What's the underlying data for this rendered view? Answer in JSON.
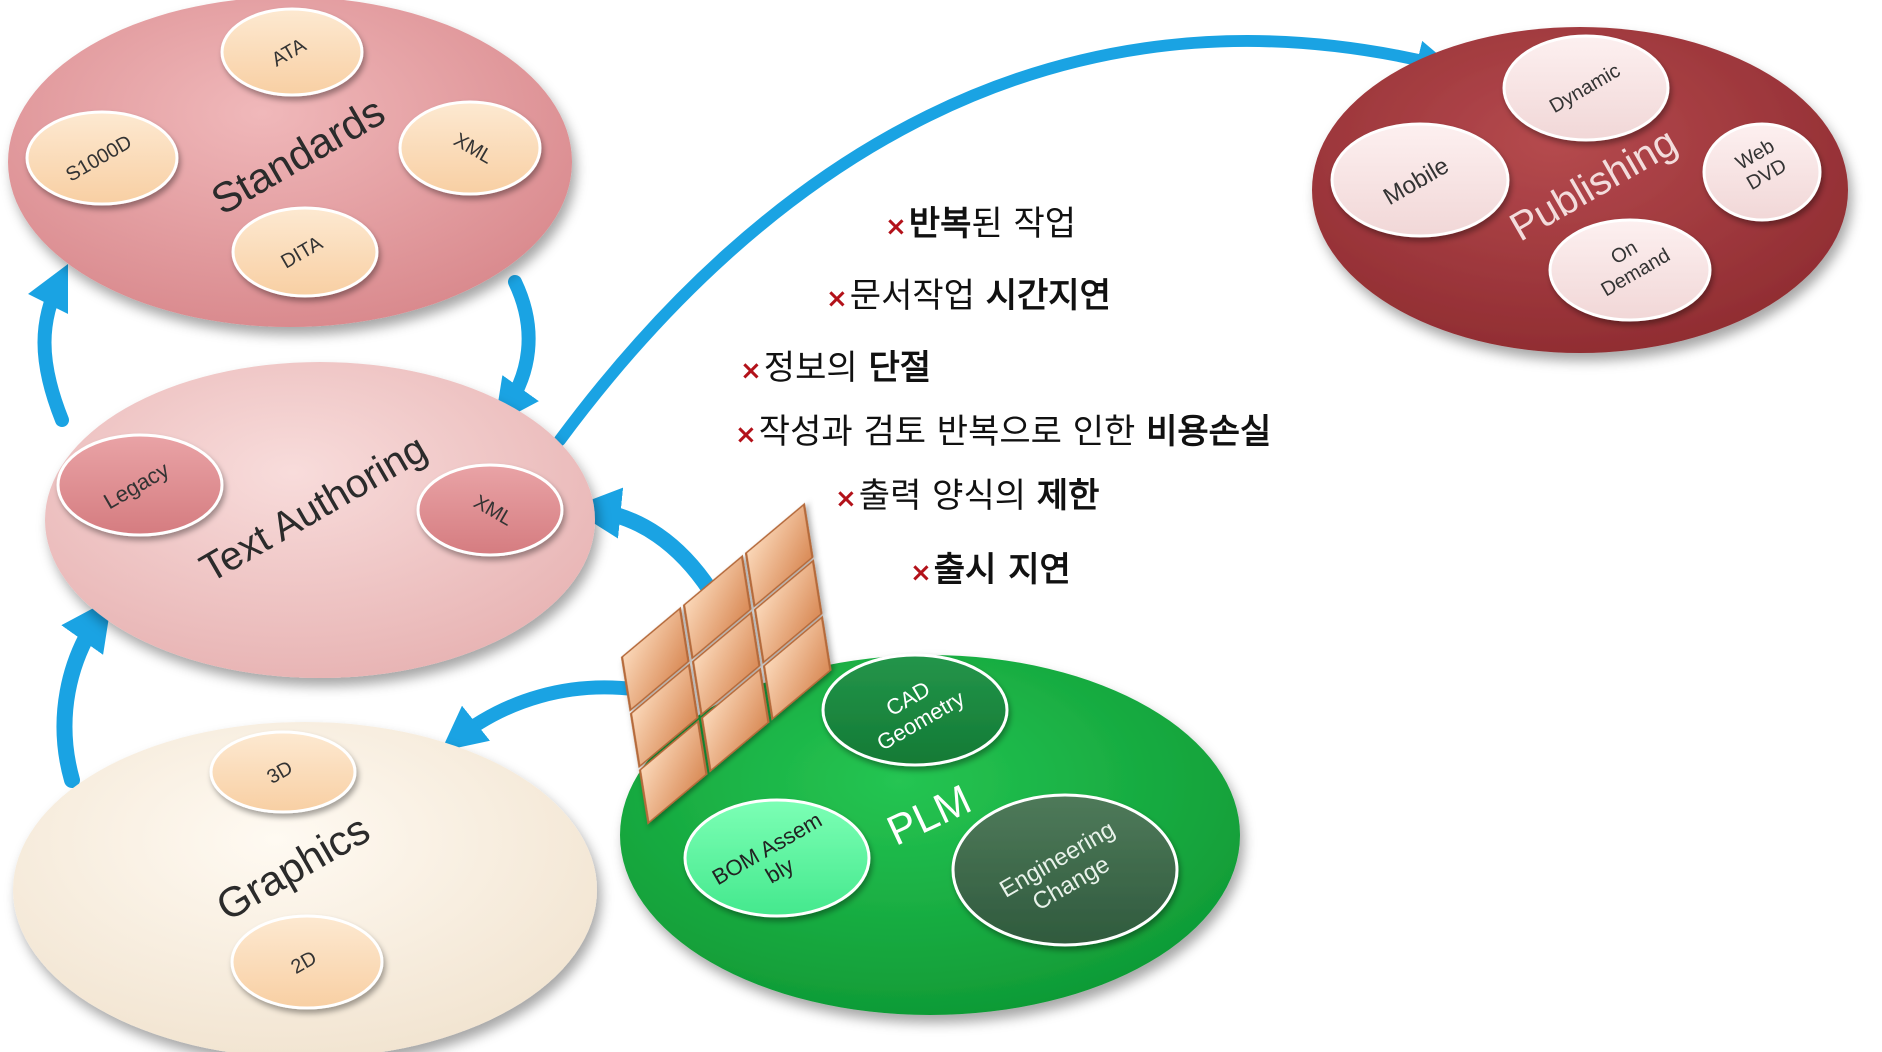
{
  "circles": {
    "standards": {
      "label": "Standards",
      "items": [
        "ATA",
        "S1000D",
        "XML",
        "DITA"
      ],
      "fill": "#dd9396"
    },
    "text_authoring": {
      "label": "Text Authoring",
      "items": [
        "Legacy",
        "XML"
      ],
      "fill": "#efc4c3"
    },
    "graphics": {
      "label": "Graphics",
      "items": [
        "3D",
        "2D"
      ],
      "fill": "#f8efe1"
    },
    "plm": {
      "label": "PLM",
      "items": [
        "CAD\nGeometry",
        "BOM Assem\nbly",
        "Engineering\nChange"
      ],
      "fill": "#16ac3f"
    },
    "publishing": {
      "label": "Publishing",
      "items": [
        "Dynamic",
        "Mobile",
        "Web\nDVD",
        "On\nDemand"
      ],
      "fill": "#a23a3e"
    }
  },
  "issues": [
    {
      "marker": "×",
      "normal": "",
      "bold": "반복",
      "after": "된 작업"
    },
    {
      "marker": "×",
      "normal": "문서작업 ",
      "bold": "시간지연",
      "after": ""
    },
    {
      "marker": "×",
      "normal": "정보의 ",
      "bold": "단절",
      "after": ""
    },
    {
      "marker": "×",
      "normal": "작성과 검토 반복으로 인한 ",
      "bold": "비용손실",
      "after": ""
    },
    {
      "marker": "×",
      "normal": "출력 양식의 ",
      "bold": "제한",
      "after": ""
    },
    {
      "marker": "×",
      "normal": "",
      "bold": "출시 지연",
      "after": ""
    }
  ],
  "colors": {
    "arrow": "#1aa3e3",
    "marker": "#b3121a",
    "grid": "#d7905e"
  }
}
